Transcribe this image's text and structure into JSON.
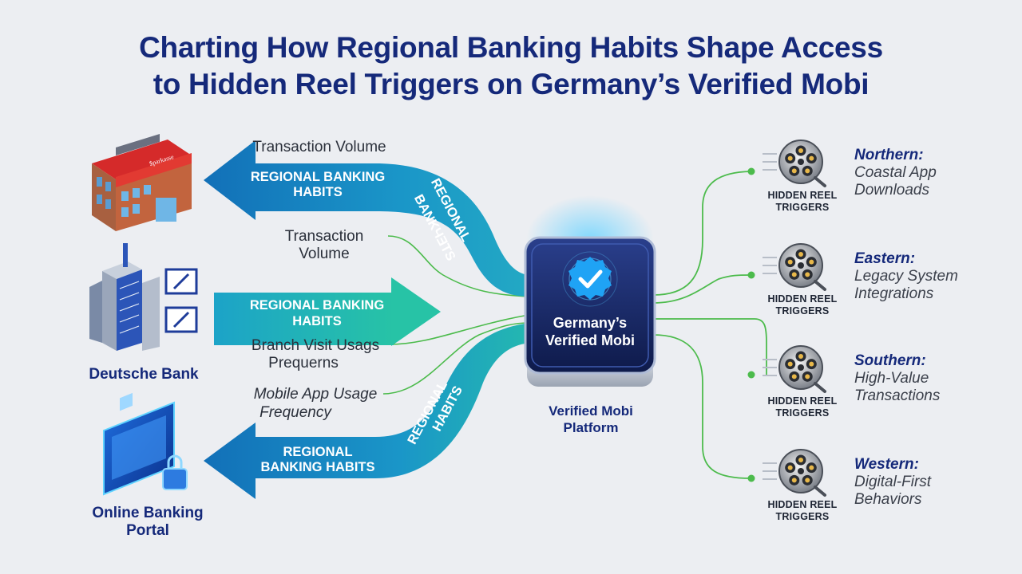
{
  "title": {
    "line1": "Charting How Regional Banking Habits Shape Access",
    "line2": "to Hidden Reel Triggers on Germany’s Verified Mobi"
  },
  "sources": [
    {
      "name": "",
      "icon": "bank-building-icon"
    },
    {
      "name": "Deutsche Bank",
      "icon": "office-tower-icon"
    },
    {
      "name_line1": "Online Banking",
      "name_line2": "Portal",
      "icon": "laptop-lock-icon"
    }
  ],
  "arrows": [
    {
      "line1": "REGIONAL BANKING",
      "line2": "HABITS",
      "curve_line1": "REGIONAL",
      "curve_line2": "BANKЧƎTS"
    },
    {
      "line1": "REGIONAL BANKING",
      "line2": "HABITS"
    },
    {
      "line1": "REGIONAL",
      "line2": "BANKING HABITS",
      "curve_line1": "REGIONAL",
      "curve_line2": "HABITS"
    }
  ],
  "labels": {
    "top": "Transaction Volume",
    "mid_line1": "Transaction",
    "mid_line2": "Volume",
    "branch_line1": "Branch Visit Usags",
    "branch_line2": "Prequerns",
    "mobile_line1": "Mobile App Usage",
    "mobile_line2": "Frequency"
  },
  "platform": {
    "line1": "Germany’s",
    "line2": "Verified Mobi",
    "caption_line1": "Verified Mobi",
    "caption_line2": "Platform",
    "badge_icon": "verified-check-badge-icon"
  },
  "reels": [
    {
      "tag_line1": "HIDDEN REEL",
      "tag_line2": "TRIGGERS",
      "region": "Northern:",
      "desc_line1": "Coastal App",
      "desc_line2": "Downloads"
    },
    {
      "tag_line1": "HIDDEN REEL",
      "tag_line2": "TRIGGERS",
      "region": "Eastern:",
      "desc_line1": "Legacy System",
      "desc_line2": "Integrations"
    },
    {
      "tag_line1": "HIDDEN REEL",
      "tag_line2": "TRIGGERS",
      "region": "Southern:",
      "desc_line1": "High-Value",
      "desc_line2": "Transactions"
    },
    {
      "tag_line1": "HIDDEN REEL",
      "tag_line2": "TRIGGERS",
      "region": "Western:",
      "desc_line1": "Digital-First",
      "desc_line2": "Behaviors"
    }
  ],
  "colors": {
    "title": "#15297a",
    "arrow_blue": "#1590c8",
    "arrow_teal": "#25c0a8",
    "connector_green": "#4cbb4c",
    "platform_dark": "#16265f"
  }
}
